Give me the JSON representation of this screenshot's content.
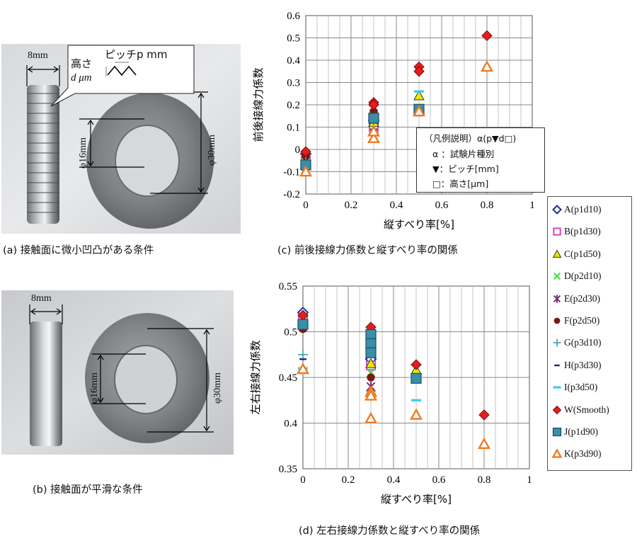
{
  "photos": {
    "a": {
      "caption": "(a) 接触面に微小凹凸がある条件",
      "width_label": "8mm",
      "inner_label": "φ16mm",
      "outer_label": "φ30mm",
      "callout_height": "高さ",
      "callout_d": "d μm",
      "callout_pitch": "ピッチp mm"
    },
    "b": {
      "caption": "(b) 接触面が平滑な条件",
      "width_label": "8mm",
      "inner_label": "φ16mm",
      "outer_label": "φ30mm"
    }
  },
  "legend_note": {
    "title": "（凡例説明）α(p▼d□)",
    "line1": "α ：試験片種別",
    "line2": "▼：ピッチ[mm]",
    "line3": "□：高さ[μm]"
  },
  "legend": [
    {
      "label": "A(p1d10)",
      "marker": "diamond-open",
      "color": "#1f2f8f"
    },
    {
      "label": "B(p1d30)",
      "marker": "square-open",
      "color": "#e040c0"
    },
    {
      "label": "C(p1d50)",
      "marker": "triangle",
      "color": "#e8e800"
    },
    {
      "label": "D(p2d10)",
      "marker": "x",
      "color": "#44dd44"
    },
    {
      "label": "E(p2d30)",
      "marker": "star",
      "color": "#7a2a7a"
    },
    {
      "label": "F(p2d50)",
      "marker": "circle",
      "color": "#7a1a12"
    },
    {
      "label": "G(p3d10)",
      "marker": "plus",
      "color": "#3aa0a0"
    },
    {
      "label": "H(p3d30)",
      "marker": "dash",
      "color": "#1a2a7a"
    },
    {
      "label": "I(p3d50)",
      "marker": "bar",
      "color": "#40c8f0"
    },
    {
      "label": "W(Smooth)",
      "marker": "diamond-red",
      "color": "#e81c1c"
    },
    {
      "label": "J(p1d90)",
      "marker": "square-teal",
      "color": "#3a8ea8"
    },
    {
      "label": "K(p3d90)",
      "marker": "triangle-open",
      "color": "#f07a20"
    }
  ],
  "chart_data": [
    {
      "type": "scatter",
      "caption": "(c) 前後接線力係数と縦すべり率の関係",
      "xlabel": "縦すべり率[%]",
      "ylabel": "前後接線力係数",
      "xlim": [
        0,
        1
      ],
      "ylim": [
        -0.2,
        0.6
      ],
      "xticks": [
        "0",
        "0.2",
        "0.4",
        "0.6",
        "0.8",
        "1"
      ],
      "yticks": [
        "-0.2",
        "-0.1",
        "0",
        "0.1",
        "0.2",
        "0.3",
        "0.4",
        "0.5",
        "0.6"
      ],
      "grid": true,
      "series": [
        {
          "name": "A(p1d10)",
          "points": [
            [
              0,
              -0.02
            ],
            [
              0.3,
              0.13
            ]
          ]
        },
        {
          "name": "B(p1d30)",
          "points": [
            [
              0,
              -0.05
            ],
            [
              0.3,
              0.1
            ],
            [
              0.5,
              0.17
            ]
          ]
        },
        {
          "name": "C(p1d50)",
          "points": [
            [
              0,
              -0.06
            ],
            [
              0.3,
              0.12
            ],
            [
              0.5,
              0.24
            ]
          ]
        },
        {
          "name": "D(p2d10)",
          "points": [
            [
              0,
              -0.03
            ],
            [
              0.3,
              0.15
            ]
          ]
        },
        {
          "name": "E(p2d30)",
          "points": [
            [
              0,
              -0.04
            ],
            [
              0.3,
              0.16
            ]
          ]
        },
        {
          "name": "F(p2d50)",
          "points": [
            [
              0,
              -0.03
            ],
            [
              0.3,
              0.17
            ]
          ]
        },
        {
          "name": "G(p3d10)",
          "points": [
            [
              0,
              -0.05
            ],
            [
              0.3,
              0.13
            ]
          ]
        },
        {
          "name": "H(p3d30)",
          "points": [
            [
              0,
              -0.06
            ],
            [
              0.3,
              0.09
            ]
          ]
        },
        {
          "name": "I(p3d50)",
          "points": [
            [
              0,
              -0.08
            ],
            [
              0.3,
              0.07
            ],
            [
              0.5,
              0.26
            ]
          ]
        },
        {
          "name": "W(Smooth)",
          "points": [
            [
              0,
              -0.01
            ],
            [
              0.3,
              0.21
            ],
            [
              0.3,
              0.2
            ],
            [
              0.5,
              0.37
            ],
            [
              0.5,
              0.35
            ],
            [
              0.8,
              0.51
            ]
          ]
        },
        {
          "name": "J(p1d90)",
          "points": [
            [
              0,
              -0.07
            ],
            [
              0.3,
              0.14
            ],
            [
              0.5,
              0.18
            ]
          ]
        },
        {
          "name": "K(p3d90)",
          "points": [
            [
              0,
              -0.1
            ],
            [
              0.3,
              0.05
            ],
            [
              0.3,
              0.08
            ],
            [
              0.5,
              0.17
            ],
            [
              0.8,
              0.37
            ]
          ]
        }
      ]
    },
    {
      "type": "scatter",
      "caption": "(d) 左右接線力係数と縦すべり率の関係",
      "xlabel": "縦すべり率[%]",
      "ylabel": "左右接線力係数",
      "xlim": [
        0,
        1
      ],
      "ylim": [
        0.35,
        0.55
      ],
      "xticks": [
        "0",
        "0.2",
        "0.4",
        "0.6",
        "0.8",
        "1"
      ],
      "yticks": [
        "0.35",
        "0.4",
        "0.45",
        "0.5",
        "0.55"
      ],
      "grid": true,
      "series": [
        {
          "name": "A(p1d10)",
          "points": [
            [
              0,
              0.521
            ],
            [
              0.3,
              0.47
            ]
          ]
        },
        {
          "name": "B(p1d30)",
          "points": [
            [
              0,
              0.515
            ],
            [
              0.3,
              0.463
            ]
          ]
        },
        {
          "name": "C(p1d50)",
          "points": [
            [
              0,
              0.512
            ],
            [
              0.3,
              0.465
            ],
            [
              0.5,
              0.458
            ]
          ]
        },
        {
          "name": "D(p2d10)",
          "points": [
            [
              0,
              0.51
            ],
            [
              0.3,
              0.455
            ]
          ]
        },
        {
          "name": "E(p2d30)",
          "points": [
            [
              0,
              0.505
            ],
            [
              0.3,
              0.44
            ]
          ]
        },
        {
          "name": "F(p2d50)",
          "points": [
            [
              0,
              0.503
            ],
            [
              0.3,
              0.45
            ]
          ]
        },
        {
          "name": "G(p3d10)",
          "points": [
            [
              0,
              0.475
            ],
            [
              0.3,
              0.435
            ]
          ]
        },
        {
          "name": "H(p3d30)",
          "points": [
            [
              0,
              0.47
            ],
            [
              0.3,
              0.43
            ]
          ]
        },
        {
          "name": "I(p3d50)",
          "points": [
            [
              0,
              0.46
            ],
            [
              0.3,
              0.432
            ],
            [
              0.5,
              0.425
            ]
          ]
        },
        {
          "name": "W(Smooth)",
          "points": [
            [
              0,
              0.518
            ],
            [
              0.3,
              0.505
            ],
            [
              0.5,
              0.464
            ],
            [
              0.8,
              0.409
            ]
          ]
        },
        {
          "name": "J(p1d90)",
          "points": [
            [
              0,
              0.508
            ],
            [
              0.3,
              0.497
            ],
            [
              0.3,
              0.487
            ],
            [
              0.3,
              0.477
            ],
            [
              0.5,
              0.449
            ]
          ]
        },
        {
          "name": "K(p3d90)",
          "points": [
            [
              0,
              0.459
            ],
            [
              0.3,
              0.434
            ],
            [
              0.3,
              0.43
            ],
            [
              0.3,
              0.405
            ],
            [
              0.5,
              0.409
            ],
            [
              0.8,
              0.377
            ]
          ]
        }
      ]
    }
  ]
}
